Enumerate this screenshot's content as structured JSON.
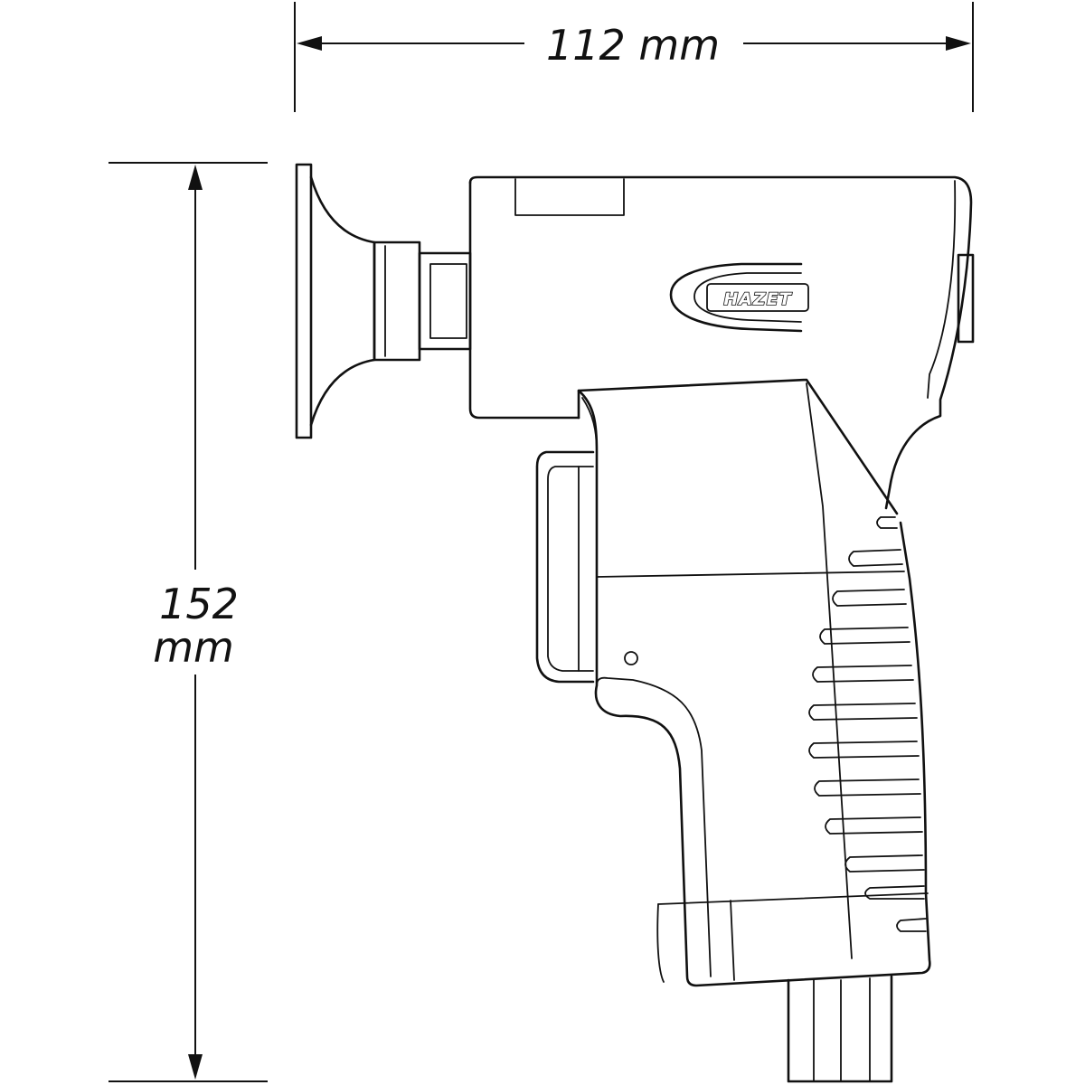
{
  "dimensions": {
    "width_label": "112 mm",
    "height_value": "152",
    "height_unit": "mm"
  },
  "logo": {
    "brand": "HAZET"
  },
  "colors": {
    "line": "#111111",
    "background": "#ffffff"
  }
}
